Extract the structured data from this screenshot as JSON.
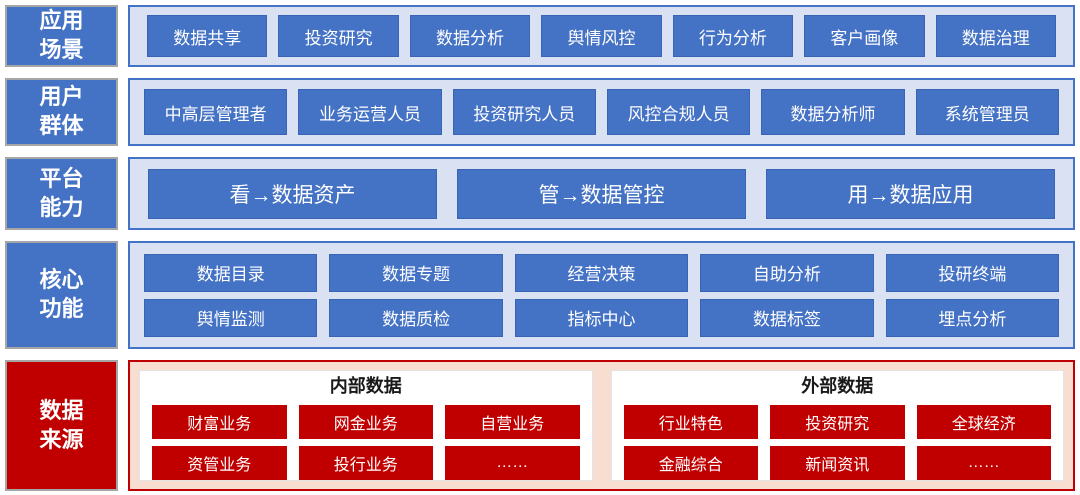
{
  "diagram": {
    "colors": {
      "blue": "#4472C4",
      "light_blue_fill": "#D9E1F2",
      "red": "#C00000",
      "peach_fill": "#F8DED0",
      "label_border_gray": "#A6A6A6",
      "text_white": "#FFFFFF",
      "text_black": "#1A1A1A"
    },
    "rows": {
      "scenarios": {
        "label": "应用\n场景",
        "items": [
          "数据共享",
          "投资研究",
          "数据分析",
          "舆情风控",
          "行为分析",
          "客户画像",
          "数据治理"
        ]
      },
      "users": {
        "label": "用户\n群体",
        "items": [
          "中高层管理者",
          "业务运营人员",
          "投资研究人员",
          "风控合规人员",
          "数据分析师",
          "系统管理员"
        ]
      },
      "capabilities": {
        "label": "平台\n能力",
        "items": [
          "看→数据资产",
          "管→数据管控",
          "用→数据应用"
        ]
      },
      "functions": {
        "label": "核心\n功能",
        "rows": [
          [
            "数据目录",
            "数据专题",
            "经营决策",
            "自助分析",
            "投研终端"
          ],
          [
            "舆情监测",
            "数据质检",
            "指标中心",
            "数据标签",
            "埋点分析"
          ]
        ]
      },
      "sources": {
        "label": "数据\n来源",
        "groups": [
          {
            "title": "内部数据",
            "rows": [
              [
                "财富业务",
                "网金业务",
                "自营业务"
              ],
              [
                "资管业务",
                "投行业务",
                "……"
              ]
            ]
          },
          {
            "title": "外部数据",
            "rows": [
              [
                "行业特色",
                "投资研究",
                "全球经济"
              ],
              [
                "金融综合",
                "新闻资讯",
                "……"
              ]
            ]
          }
        ]
      }
    }
  }
}
